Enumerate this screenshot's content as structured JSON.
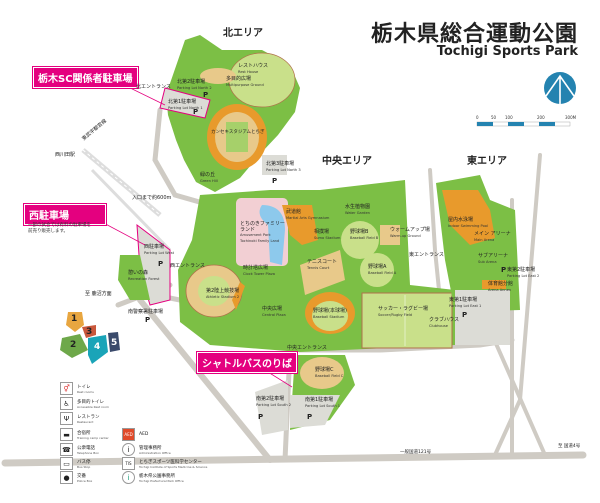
{
  "title": "栃木県総合運動公園",
  "subtitle": "Tochigi Sports Park",
  "scale": {
    "ticks": [
      "0",
      "50",
      "100",
      "200",
      "300M"
    ]
  },
  "areas": {
    "north": "北エリア",
    "central": "中央エリア",
    "east": "東エリア"
  },
  "callouts": {
    "sc_parking": "栃木SC関係者駐車場",
    "west_parking": "西駐車場",
    "west_note": [
      "一部の試合では有料の駐車場を",
      "前売り販売します。"
    ],
    "shuttle": "シャトルバスのりば"
  },
  "facilities": {
    "rest_house": {
      "ja": "レストハウス",
      "en": "Rest House"
    },
    "multipurpose": {
      "ja": "多目的広場",
      "en": "Multipurpose Ground"
    },
    "north_entrance": "北エントランス",
    "parking_north2": {
      "ja": "北第2駐車場",
      "en": "Parking Lot North 2"
    },
    "parking_north1": {
      "ja": "北第1駐車場",
      "en": "Parking Lot North 1"
    },
    "stadium": "カンセキスタジアムとちぎ",
    "green_hill": {
      "ja": "緑の丘",
      "en": "Green Hill"
    },
    "parking_north3": {
      "ja": "北第3駐車場",
      "en": "Parking Lot North 3"
    },
    "station": "西川田駅",
    "railway": "東武宇都宮線",
    "to_entrance": "入口まで約600m",
    "family_land": {
      "ja": "とちのきファミリーランド",
      "en": "Amusement Park Tochinoki Family Land"
    },
    "martial_arts": {
      "ja": "武道館",
      "en": "Martial Arts Gymnasium"
    },
    "water_garden": {
      "ja": "水生植物園",
      "en": "Water Garden"
    },
    "sumo": {
      "ja": "相撲場",
      "en": "Sumo Stadium"
    },
    "baseball_b": {
      "ja": "野球場B",
      "en": "Baseball Field B"
    },
    "warmup": {
      "ja": "ウォームアップ場",
      "en": "Warm-up Ground"
    },
    "baseball_a": {
      "ja": "野球場A",
      "en": "Baseball Field A"
    },
    "tennis": {
      "ja": "テニスコート",
      "en": "Tennis Court"
    },
    "parking_west": {
      "ja": "西駐車場",
      "en": "Parking Lot West"
    },
    "west_entrance": "西エントランス",
    "recreation_forest": {
      "ja": "憩いの森",
      "en": "Recreation Forest"
    },
    "clock_tower": {
      "ja": "時計塔広場",
      "en": "Clock Tower Plaza"
    },
    "athletic2": {
      "ja": "第2陸上競技場",
      "en": "Athletic Stadium 2"
    },
    "central_plaza": {
      "ja": "中央広場",
      "en": "Central Plaza"
    },
    "baseball_stadium": {
      "ja": "野球場(本球場)",
      "en": "Baseball Stadium"
    },
    "soccer": {
      "ja": "サッカー・ラグビー場",
      "en": "Soccer/Rugby Field"
    },
    "clubhouse": {
      "ja": "クラブハウス",
      "en": "Clubhouse"
    },
    "central_entrance": "中央エントランス",
    "baseball_c": {
      "ja": "野球場C",
      "en": "Baseball Field C"
    },
    "parking_south2": {
      "ja": "南第2駐車場",
      "en": "Parking Lot South 2"
    },
    "parking_south1": {
      "ja": "南第1駐車場",
      "en": "Parking Lot South 1"
    },
    "indoor_pool": {
      "ja": "屋内水泳場",
      "en": "Indoor Swimming Pool"
    },
    "main_arena": {
      "ja": "メイン アリーナ",
      "en": "Main Arena"
    },
    "sub_arena": {
      "ja": "サブアリーナ",
      "en": "Sub Arena"
    },
    "east_entrance": "東エントランス",
    "parking_east2": {
      "ja": "東第2駐車場",
      "en": "Parking Lot East 2"
    },
    "arena_annex": {
      "ja": "体育館分館",
      "en": "Arena Annex"
    },
    "parking_east1": {
      "ja": "東第1駐車場",
      "en": "Parking Lot East 1"
    },
    "south_parking_lot": "南警察署駐車場",
    "minami_police": "至 鹿沼方面",
    "route121": "一般国道121号",
    "route4": "至 国道4号",
    "parking_symbol": "P"
  },
  "zones": [
    "1",
    "2",
    "3",
    "4",
    "5"
  ],
  "legend": [
    {
      "icon": "toilet-icon",
      "glyph": "🚻",
      "ja": "トイレ",
      "en": "Rest rooms"
    },
    {
      "icon": "accessible-toilet-icon",
      "glyph": "♿",
      "ja": "多目的トイレ",
      "en": "Accessible Rest room"
    },
    {
      "icon": "restaurant-icon",
      "glyph": "🍴",
      "ja": "レストラン",
      "en": "Restaurant"
    },
    {
      "icon": "first-aid-icon",
      "glyph": "🛏",
      "ja": "合宿所",
      "en": "Training camp center"
    },
    {
      "icon": "telephone-icon",
      "glyph": "☎",
      "ja": "公衆電話",
      "en": "Telephone Box"
    },
    {
      "icon": "bus-stop-icon",
      "glyph": "🚌",
      "ja": "バス停",
      "en": "Bus Stop"
    },
    {
      "icon": "police-box-icon",
      "glyph": "👮",
      "ja": "交番",
      "en": "Police Box"
    },
    {
      "icon": "aed-icon",
      "glyph": "AED",
      "ja": "AED",
      "en": ""
    },
    {
      "icon": "admin-office-icon",
      "glyph": "i",
      "ja": "管理事務所",
      "en": "Administration Office"
    },
    {
      "icon": "sports-medicine-icon",
      "glyph": "TIS",
      "ja": "とちぎスポーツ医科学センター",
      "en": "Tochigi Institute of Sports Medicine & Science"
    },
    {
      "icon": "park-office-icon",
      "glyph": "i",
      "ja": "栃木県公園事務所",
      "en": "Tochigi Prefectural Park Office"
    }
  ],
  "colors": {
    "green": "#7cbf45",
    "dark_green": "#5aa02c",
    "orange": "#e89a2c",
    "sand": "#e8c98a",
    "field": "#c9e08a",
    "road": "#cfcbc4",
    "pink": "#e4007f",
    "compass": "#2483b0",
    "lake": "#8dc9ec",
    "family": "#f2cfd3",
    "pavement": "#dcdcd6"
  }
}
